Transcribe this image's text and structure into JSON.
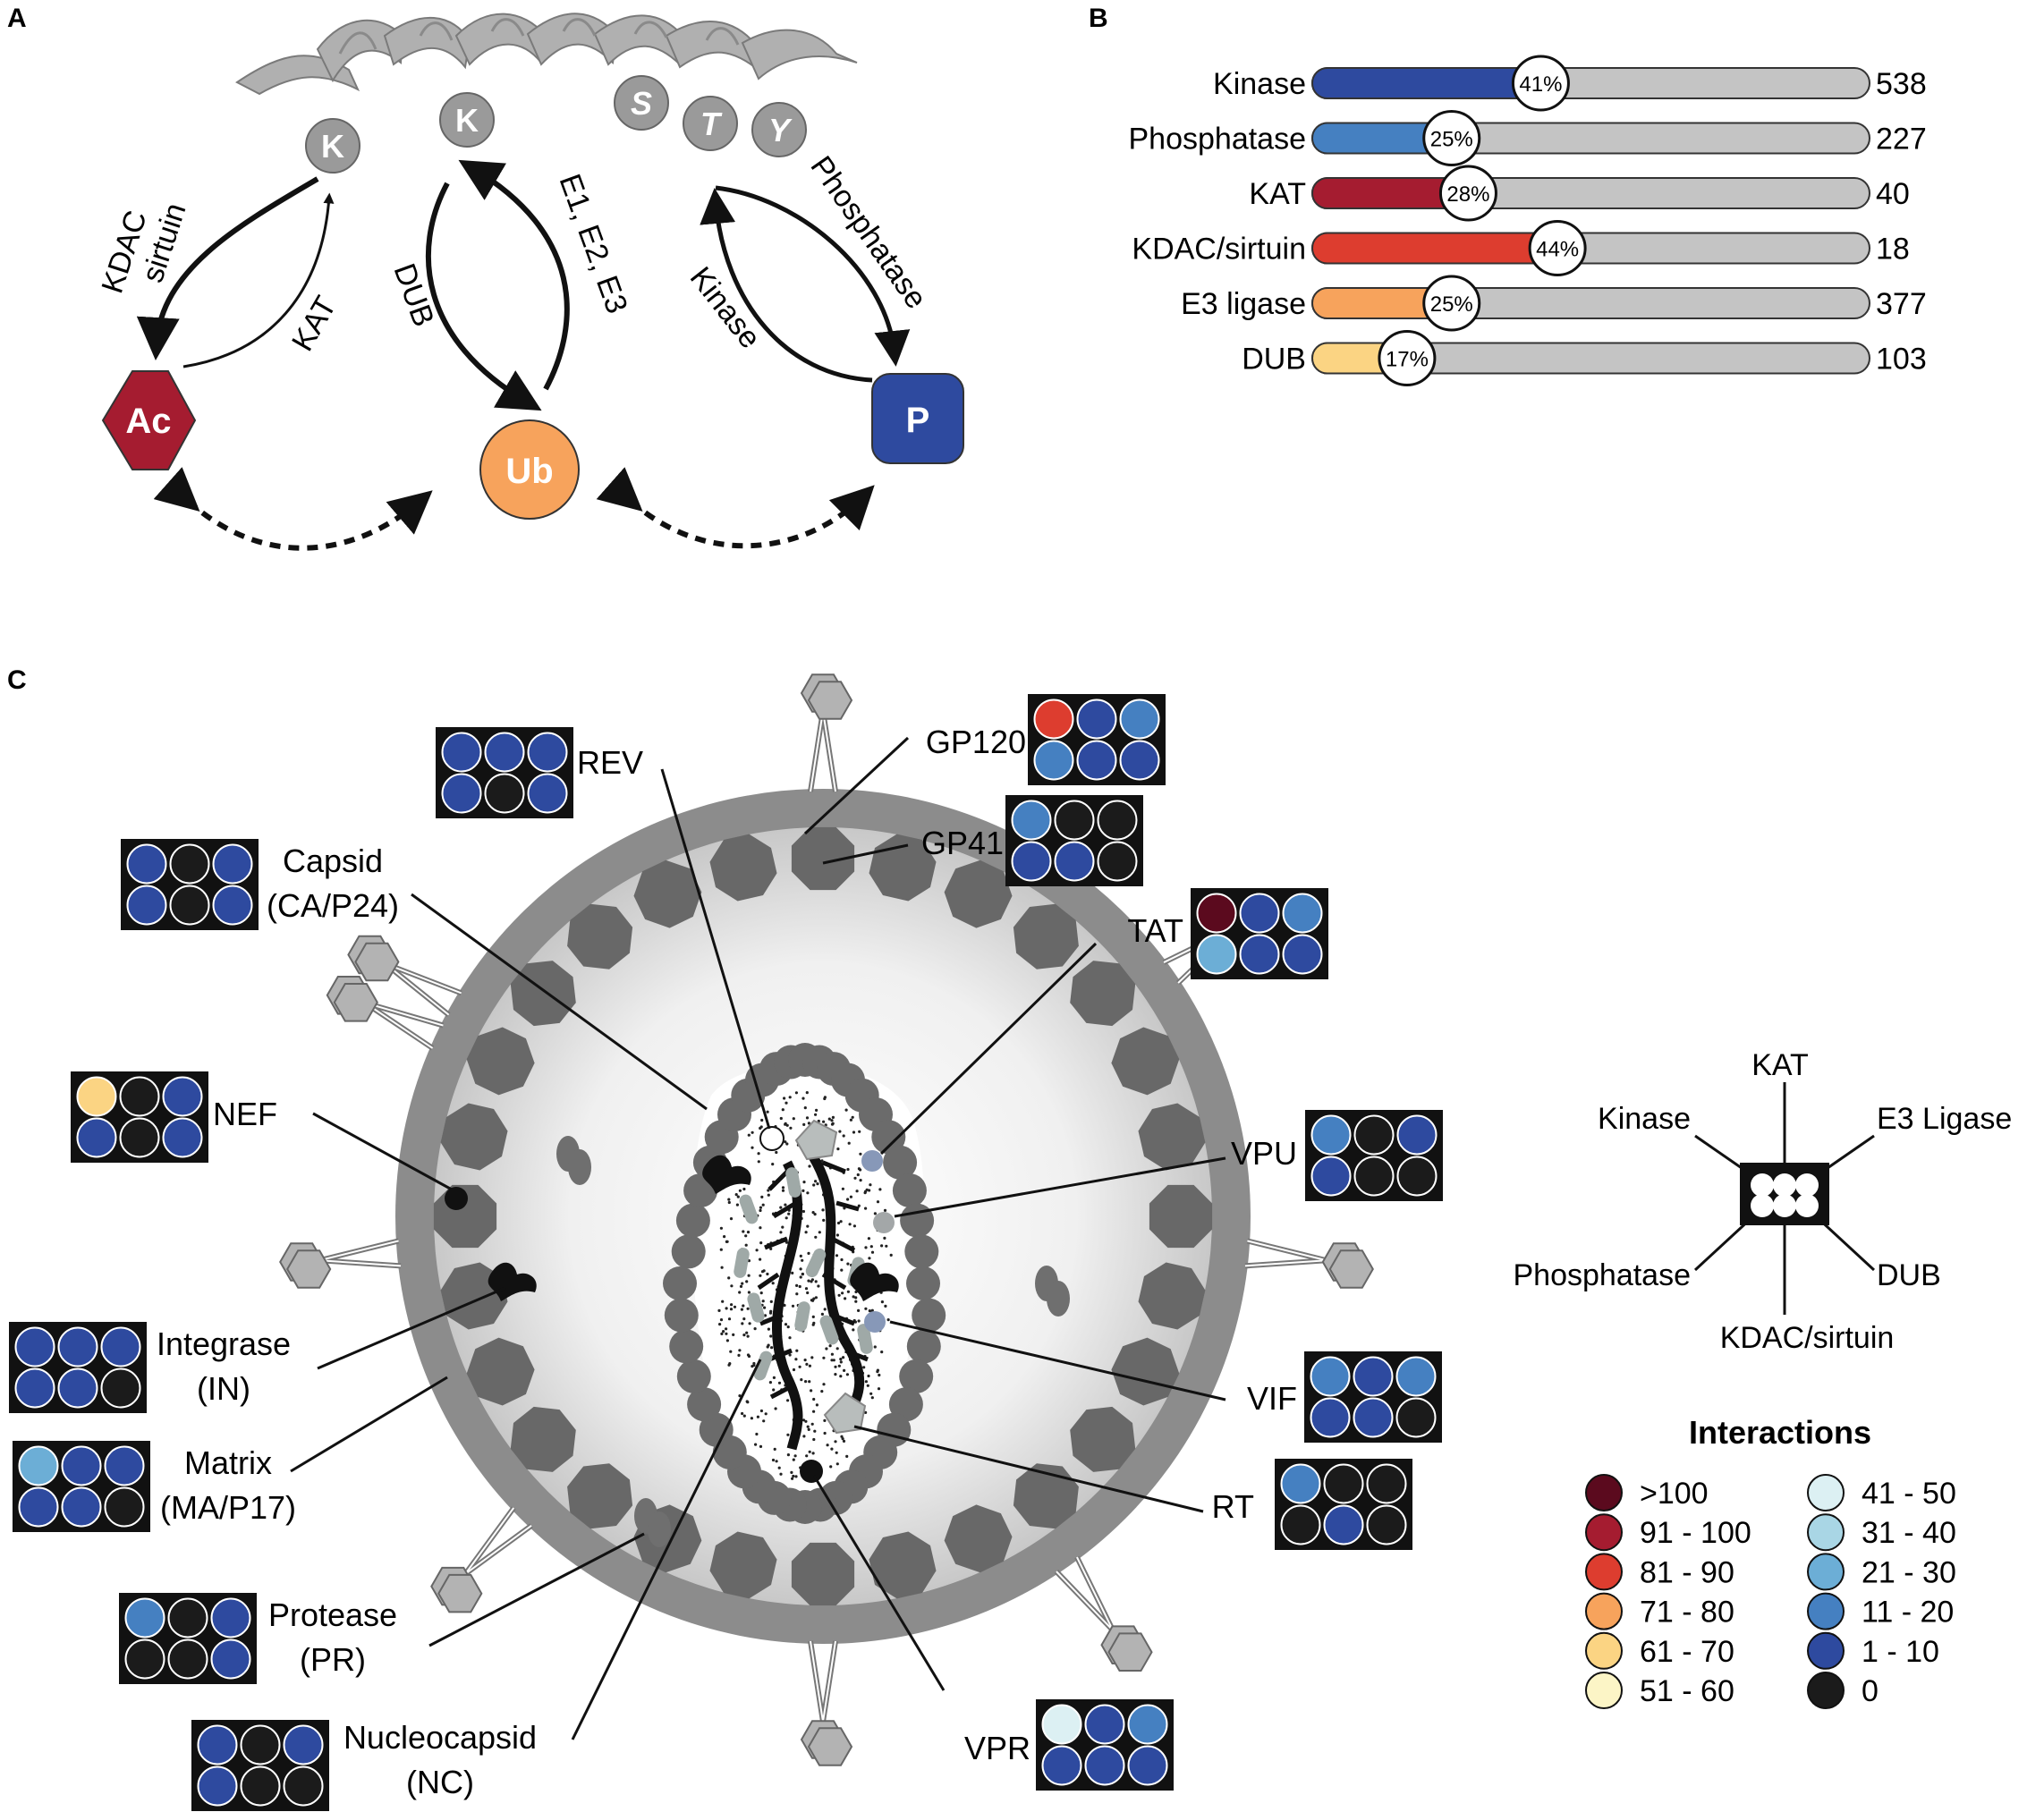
{
  "panels": {
    "a": "A",
    "b": "B",
    "c": "C"
  },
  "colors": {
    "ac": "#a51c30",
    "ub": "#f7a35c",
    "p": "#2e4a9f",
    "scale": {
      ">100": "#5b0a1e",
      "91 - 100": "#a51c30",
      "81 - 90": "#dd3d2f",
      "71 - 80": "#f7a35c",
      "61 - 70": "#fbd483",
      "51 - 60": "#fcf5c6",
      "41 - 50": "#dcf0f3",
      "31 - 40": "#a9d6e5",
      "21 - 30": "#6caed6",
      "11 - 20": "#4580c1",
      "1 - 10": "#2e4a9f",
      "0": "#1b1b1b"
    }
  },
  "panel_a": {
    "residues": [
      "K",
      "K",
      "S",
      "T",
      "Y"
    ],
    "modifications": {
      "ac": "Ac",
      "ub": "Ub",
      "p": "P"
    },
    "labels": {
      "kdac_line1": "KDAC",
      "kdac_line2": "sirtuin",
      "kat": "KAT",
      "dub": "DUB",
      "e1e2e3": "E1, E2, E3",
      "kinase": "Kinase",
      "phosphatase": "Phosphatase"
    }
  },
  "chart_data": {
    "type": "bar",
    "categories": [
      "Kinase",
      "Phosphatase",
      "KAT",
      "KDAC/sirtuin",
      "E3 ligase",
      "DUB"
    ],
    "percent": [
      41,
      25,
      28,
      44,
      25,
      17
    ],
    "percent_labels": [
      "41%",
      "25%",
      "28%",
      "44%",
      "25%",
      "17%"
    ],
    "totals": [
      538,
      227,
      40,
      18,
      377,
      103
    ],
    "total_labels": [
      "538",
      "227",
      "40",
      "18",
      "377",
      "103"
    ],
    "colors": [
      "#2e4a9f",
      "#4580c1",
      "#a51c30",
      "#dd3d2f",
      "#f7a35c",
      "#fbd483"
    ],
    "track_color": "#c4c4c4"
  },
  "panel_c": {
    "proteins": [
      {
        "id": "rev",
        "lines": [
          "REV"
        ],
        "cells": [
          "1 - 10",
          "1 - 10",
          "1 - 10",
          "1 - 10",
          "0",
          "1 - 10"
        ]
      },
      {
        "id": "gp120",
        "lines": [
          "GP120"
        ],
        "cells": [
          "81 - 90",
          "1 - 10",
          "11 - 20",
          "11 - 20",
          "1 - 10",
          "1 - 10"
        ]
      },
      {
        "id": "gp41",
        "lines": [
          "GP41"
        ],
        "cells": [
          "11 - 20",
          "0",
          "0",
          "1 - 10",
          "1 - 10",
          "0"
        ]
      },
      {
        "id": "capsid",
        "lines": [
          "Capsid",
          "(CA/P24)"
        ],
        "cells": [
          "1 - 10",
          "0",
          "1 - 10",
          "1 - 10",
          "0",
          "1 - 10"
        ]
      },
      {
        "id": "tat",
        "lines": [
          "TAT"
        ],
        "cells": [
          ">100",
          "1 - 10",
          "11 - 20",
          "21 - 30",
          "1 - 10",
          "1 - 10"
        ]
      },
      {
        "id": "nef",
        "lines": [
          "NEF"
        ],
        "cells": [
          "61 - 70",
          "0",
          "1 - 10",
          "1 - 10",
          "0",
          "1 - 10"
        ]
      },
      {
        "id": "vpu",
        "lines": [
          "VPU"
        ],
        "cells": [
          "11 - 20",
          "0",
          "1 - 10",
          "1 - 10",
          "0",
          "0"
        ]
      },
      {
        "id": "integrase",
        "lines": [
          "Integrase",
          "(IN)"
        ],
        "cells": [
          "1 - 10",
          "1 - 10",
          "1 - 10",
          "1 - 10",
          "1 - 10",
          "0"
        ]
      },
      {
        "id": "vif",
        "lines": [
          "VIF"
        ],
        "cells": [
          "11 - 20",
          "1 - 10",
          "11 - 20",
          "1 - 10",
          "1 - 10",
          "0"
        ]
      },
      {
        "id": "matrix",
        "lines": [
          "Matrix",
          "(MA/P17)"
        ],
        "cells": [
          "21 - 30",
          "1 - 10",
          "1 - 10",
          "1 - 10",
          "1 - 10",
          "0"
        ]
      },
      {
        "id": "rt",
        "lines": [
          "RT"
        ],
        "cells": [
          "11 - 20",
          "0",
          "0",
          "0",
          "1 - 10",
          "0"
        ]
      },
      {
        "id": "protease",
        "lines": [
          "Protease",
          "(PR)"
        ],
        "cells": [
          "11 - 20",
          "0",
          "1 - 10",
          "0",
          "0",
          "1 - 10"
        ]
      },
      {
        "id": "nucleocapsid",
        "lines": [
          "Nucleocapsid",
          "(NC)"
        ],
        "cells": [
          "1 - 10",
          "0",
          "1 - 10",
          "1 - 10",
          "0",
          "0"
        ]
      },
      {
        "id": "vpr",
        "lines": [
          "VPR"
        ],
        "cells": [
          "41 - 50",
          "1 - 10",
          "11 - 20",
          "1 - 10",
          "1 - 10",
          "1 - 10"
        ]
      }
    ],
    "key": {
      "top": "KAT",
      "top_left": "Kinase",
      "top_right": "E3 Ligase",
      "bottom_left": "Phosphatase",
      "bottom_right": "DUB",
      "bottom": "KDAC/sirtuin"
    },
    "legend": {
      "title": "Interactions",
      "left": [
        ">100",
        "91 - 100",
        "81 - 90",
        "71 - 80",
        "61 - 70",
        "51 - 60"
      ],
      "right": [
        "41 - 50",
        "31 - 40",
        "21 - 30",
        "11 - 20",
        "1 - 10",
        "0"
      ]
    }
  }
}
